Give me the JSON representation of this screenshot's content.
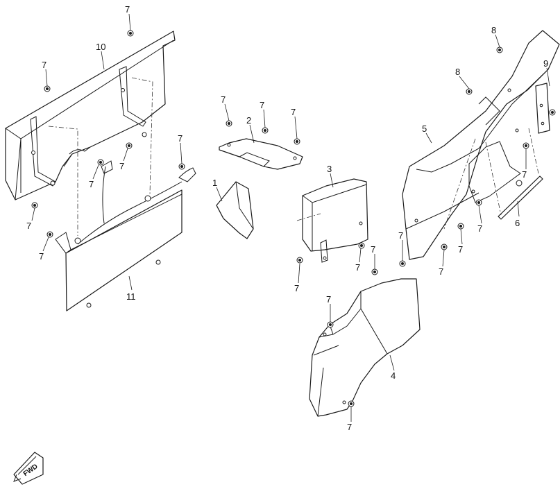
{
  "diagram": {
    "callouts": {
      "p1": "1",
      "p2": "2",
      "p3": "3",
      "p4": "4",
      "p5": "5",
      "p6": "6",
      "p7": "7",
      "p8": "8",
      "p9": "9",
      "p10": "10",
      "p11": "11"
    },
    "fwd_badge": "FWD"
  }
}
